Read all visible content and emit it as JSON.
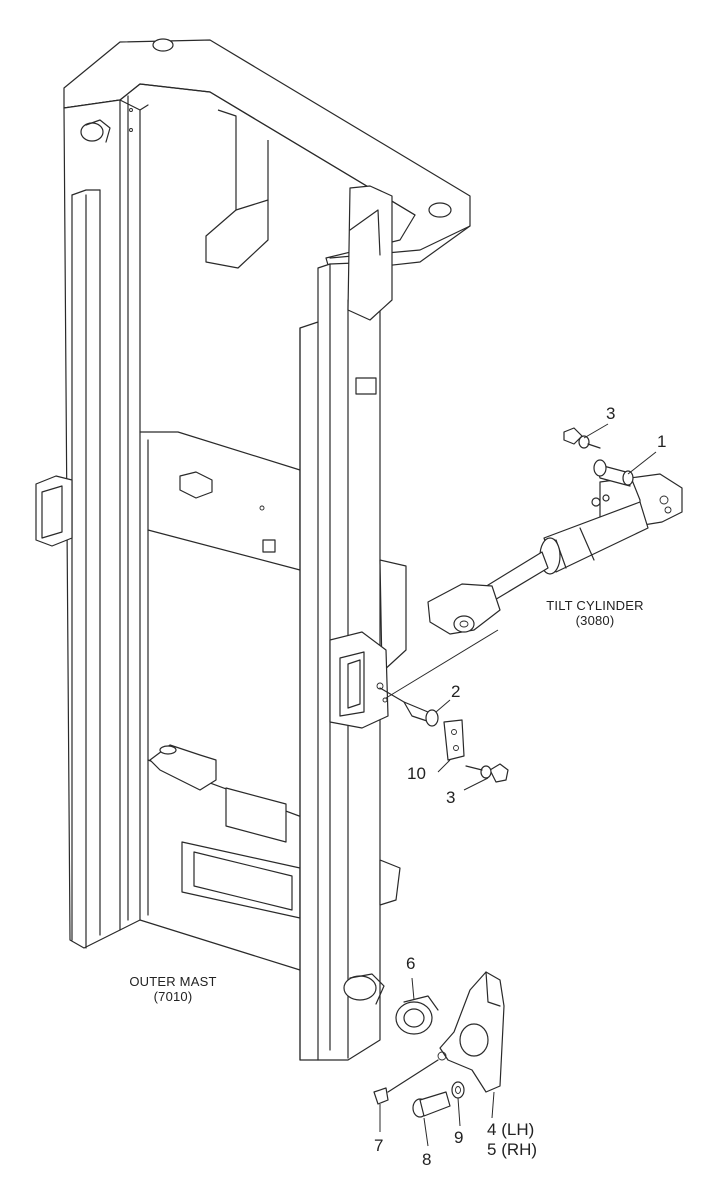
{
  "callouts": {
    "c1": "1",
    "c2": "2",
    "c3_top": "3",
    "c3_mid": "3",
    "c4": "4",
    "c4_side": "(LH)",
    "c5": "5",
    "c5_side": "(RH)",
    "c6": "6",
    "c7": "7",
    "c8": "8",
    "c9": "9",
    "c10": "10"
  },
  "captions": {
    "tilt_cylinder_name": "TILT CYLINDER",
    "tilt_cylinder_code": "(3080)",
    "outer_mast_name": "OUTER MAST",
    "outer_mast_code": "(7010)"
  }
}
